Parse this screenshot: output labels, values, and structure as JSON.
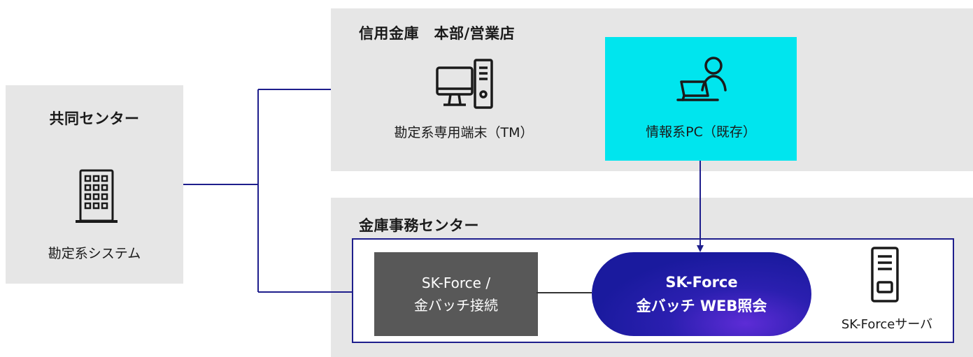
{
  "kyodo_center": {
    "title": "共同センター",
    "system_label": "勘定系システム",
    "icon": "office-building-icon"
  },
  "hq": {
    "title": "信用金庫　本部/営業店",
    "tm_label": "勘定系専用端末（TM）",
    "tm_icon": "desktop-computer-icon",
    "joho_label": "情報系PC（既存）",
    "joho_icon": "user-laptop-icon"
  },
  "jimu_center": {
    "title": "金庫事務センター",
    "batch_line1": "SK-Force /",
    "batch_line2": "金バッチ接続",
    "web_line1": "SK-Force",
    "web_line2": "金バッチ WEB照会",
    "server_label": "SK-Forceサーバ",
    "server_icon": "server-tower-icon"
  },
  "colors": {
    "panel_bg": "#e6e6e6",
    "accent_cyan": "#00e5ee",
    "navy_line": "#1e1e8c",
    "batch_gray": "#585858"
  }
}
